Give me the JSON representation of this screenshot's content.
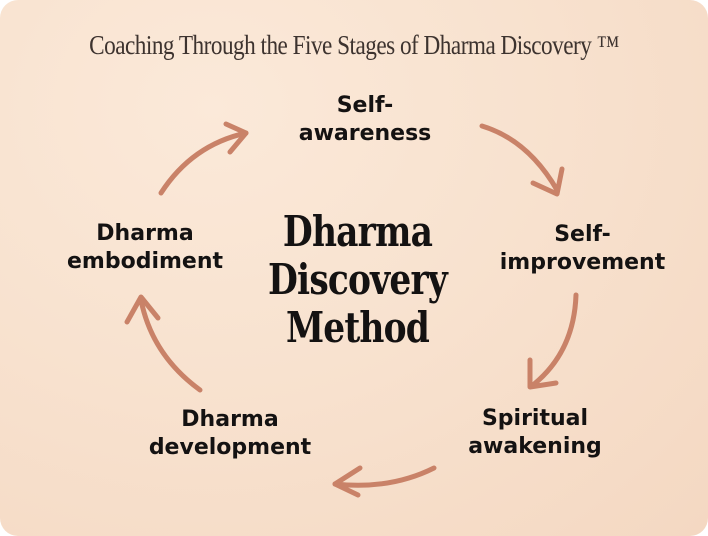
{
  "title": "Coaching Through the Five Stages of Dharma Discovery ™",
  "center_label": "Dharma\nDiscovery\nMethod",
  "stages": [
    "Self-\nawareness",
    "Self-\nimprovement",
    "Spiritual\nawakening",
    "Dharma\ndevelopment",
    "Dharma\nembodiment"
  ],
  "colors": {
    "background": "#f8e2cf",
    "arrow": "#c98268",
    "text": "#141212"
  }
}
